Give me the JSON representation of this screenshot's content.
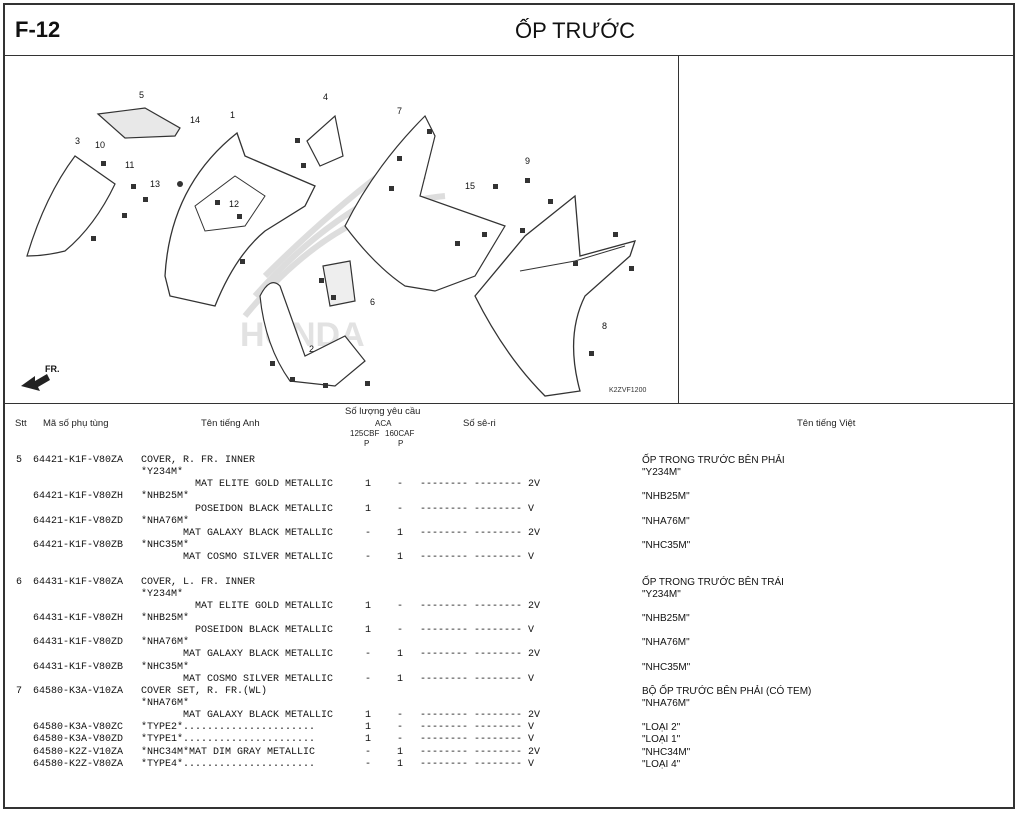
{
  "header": {
    "code": "F-12",
    "title": "ỐP TRƯỚC"
  },
  "diagram": {
    "image_code": "K2ZVF1200",
    "direction_label": "FR.",
    "logo_text": "HONDA",
    "callouts": [
      "1",
      "2",
      "3",
      "4",
      "5",
      "6",
      "7",
      "8",
      "9",
      "10",
      "11",
      "12",
      "13",
      "14",
      "15"
    ]
  },
  "table_header": {
    "stt": "Stt",
    "part_no": "Mã số phụ tùng",
    "name_en": "Tên tiếng Anh",
    "qty_title": "Số lượng yêu cầu",
    "qty_group": "ACA",
    "qty_col1": "125CBF",
    "qty_col2": "160CAF",
    "qty_p1": "P",
    "qty_p2": "P",
    "serial": "Số sê-ri",
    "name_vi": "Tên tiếng Việt"
  },
  "rows": [
    {
      "stt": "5",
      "part": "64421-K1F-V80ZA",
      "desc": "COVER, R. FR. INNER",
      "q1": "",
      "q2": "",
      "serial": "",
      "vi": "ỐP TRONG TRƯỚC BÊN PHẢI"
    },
    {
      "stt": "",
      "part": "",
      "desc": "*Y234M*",
      "q1": "",
      "q2": "",
      "serial": "",
      "vi": "\"Y234M\""
    },
    {
      "stt": "",
      "part": "",
      "desc": "         MAT ELITE GOLD METALLIC",
      "q1": "1",
      "q2": "-",
      "serial": "-------- -------- 2V",
      "vi": ""
    },
    {
      "stt": "",
      "part": "64421-K1F-V80ZH",
      "desc": "*NHB25M*",
      "q1": "",
      "q2": "",
      "serial": "",
      "vi": "\"NHB25M\""
    },
    {
      "stt": "",
      "part": "",
      "desc": "         POSEIDON BLACK METALLIC",
      "q1": "1",
      "q2": "-",
      "serial": "-------- -------- V",
      "vi": ""
    },
    {
      "stt": "",
      "part": "64421-K1F-V80ZD",
      "desc": "*NHA76M*",
      "q1": "",
      "q2": "",
      "serial": "",
      "vi": "\"NHA76M\""
    },
    {
      "stt": "",
      "part": "",
      "desc": "       MAT GALAXY BLACK METALLIC",
      "q1": "-",
      "q2": "1",
      "serial": "-------- -------- 2V",
      "vi": ""
    },
    {
      "stt": "",
      "part": "64421-K1F-V80ZB",
      "desc": "*NHC35M*",
      "q1": "",
      "q2": "",
      "serial": "",
      "vi": "\"NHC35M\""
    },
    {
      "stt": "",
      "part": "",
      "desc": "       MAT COSMO SILVER METALLIC",
      "q1": "-",
      "q2": "1",
      "serial": "-------- -------- V",
      "vi": ""
    },
    {
      "stt": "",
      "part": "",
      "desc": "",
      "q1": "",
      "q2": "",
      "serial": "",
      "vi": ""
    },
    {
      "stt": "6",
      "part": "64431-K1F-V80ZA",
      "desc": "COVER, L. FR. INNER",
      "q1": "",
      "q2": "",
      "serial": "",
      "vi": "ỐP TRONG TRƯỚC BÊN TRÁI"
    },
    {
      "stt": "",
      "part": "",
      "desc": "*Y234M*",
      "q1": "",
      "q2": "",
      "serial": "",
      "vi": "\"Y234M\""
    },
    {
      "stt": "",
      "part": "",
      "desc": "         MAT ELITE GOLD METALLIC",
      "q1": "1",
      "q2": "-",
      "serial": "-------- -------- 2V",
      "vi": ""
    },
    {
      "stt": "",
      "part": "64431-K1F-V80ZH",
      "desc": "*NHB25M*",
      "q1": "",
      "q2": "",
      "serial": "",
      "vi": "\"NHB25M\""
    },
    {
      "stt": "",
      "part": "",
      "desc": "         POSEIDON BLACK METALLIC",
      "q1": "1",
      "q2": "-",
      "serial": "-------- -------- V",
      "vi": ""
    },
    {
      "stt": "",
      "part": "64431-K1F-V80ZD",
      "desc": "*NHA76M*",
      "q1": "",
      "q2": "",
      "serial": "",
      "vi": "\"NHA76M\""
    },
    {
      "stt": "",
      "part": "",
      "desc": "       MAT GALAXY BLACK METALLIC",
      "q1": "-",
      "q2": "1",
      "serial": "-------- -------- 2V",
      "vi": ""
    },
    {
      "stt": "",
      "part": "64431-K1F-V80ZB",
      "desc": "*NHC35M*",
      "q1": "",
      "q2": "",
      "serial": "",
      "vi": "\"NHC35M\""
    },
    {
      "stt": "",
      "part": "",
      "desc": "       MAT COSMO SILVER METALLIC",
      "q1": "-",
      "q2": "1",
      "serial": "-------- -------- V",
      "vi": ""
    },
    {
      "stt": "7",
      "part": "64580-K3A-V10ZA",
      "desc": "COVER SET, R. FR.(WL)",
      "q1": "",
      "q2": "",
      "serial": "",
      "vi": "BỘ ỐP TRƯỚC BÊN PHẢI (CÓ TEM)"
    },
    {
      "stt": "",
      "part": "",
      "desc": "*NHA76M*",
      "q1": "",
      "q2": "",
      "serial": "",
      "vi": "\"NHA76M\""
    },
    {
      "stt": "",
      "part": "",
      "desc": "       MAT GALAXY BLACK METALLIC",
      "q1": "1",
      "q2": "-",
      "serial": "-------- -------- 2V",
      "vi": ""
    },
    {
      "stt": "",
      "part": "64580-K3A-V80ZC",
      "desc": "*TYPE2*......................",
      "q1": "1",
      "q2": "-",
      "serial": "-------- -------- V",
      "vi": "\"LOẠI 2\""
    },
    {
      "stt": "",
      "part": "64580-K3A-V80ZD",
      "desc": "*TYPE1*......................",
      "q1": "1",
      "q2": "-",
      "serial": "-------- -------- V",
      "vi": "\"LOẠI 1\""
    },
    {
      "stt": "",
      "part": "64580-K2Z-V10ZA",
      "desc": "*NHC34M*MAT DIM GRAY METALLIC",
      "q1": "-",
      "q2": "1",
      "serial": "-------- -------- 2V",
      "vi": "\"NHC34M\""
    },
    {
      "stt": "",
      "part": "64580-K2Z-V80ZA",
      "desc": "*TYPE4*......................",
      "q1": "-",
      "q2": "1",
      "serial": "-------- -------- V",
      "vi": "\"LOẠI 4\""
    }
  ]
}
